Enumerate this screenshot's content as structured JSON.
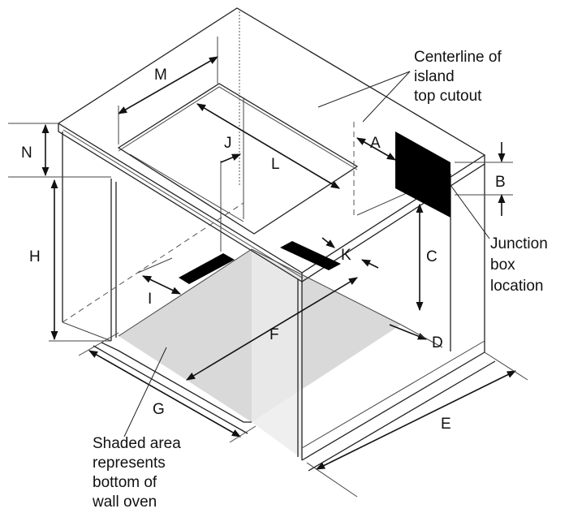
{
  "diagram": {
    "dimension_labels": {
      "A": "A",
      "B": "B",
      "C": "C",
      "D": "D",
      "E": "E",
      "F": "F",
      "G": "G",
      "H": "H",
      "I": "I",
      "J": "J",
      "K": "K",
      "L": "L",
      "M": "M",
      "N": "N"
    },
    "callouts": {
      "centerline": [
        "Centerline of",
        "island",
        "top cutout"
      ],
      "junction_box": [
        "Junction",
        "box",
        "location"
      ],
      "shaded_area": [
        "Shaded area",
        "represents",
        "bottom of",
        "wall oven"
      ]
    },
    "colors": {
      "line": "#222222",
      "shaded_area": "#d9d9d9",
      "cutout_fill": "#000000"
    }
  }
}
